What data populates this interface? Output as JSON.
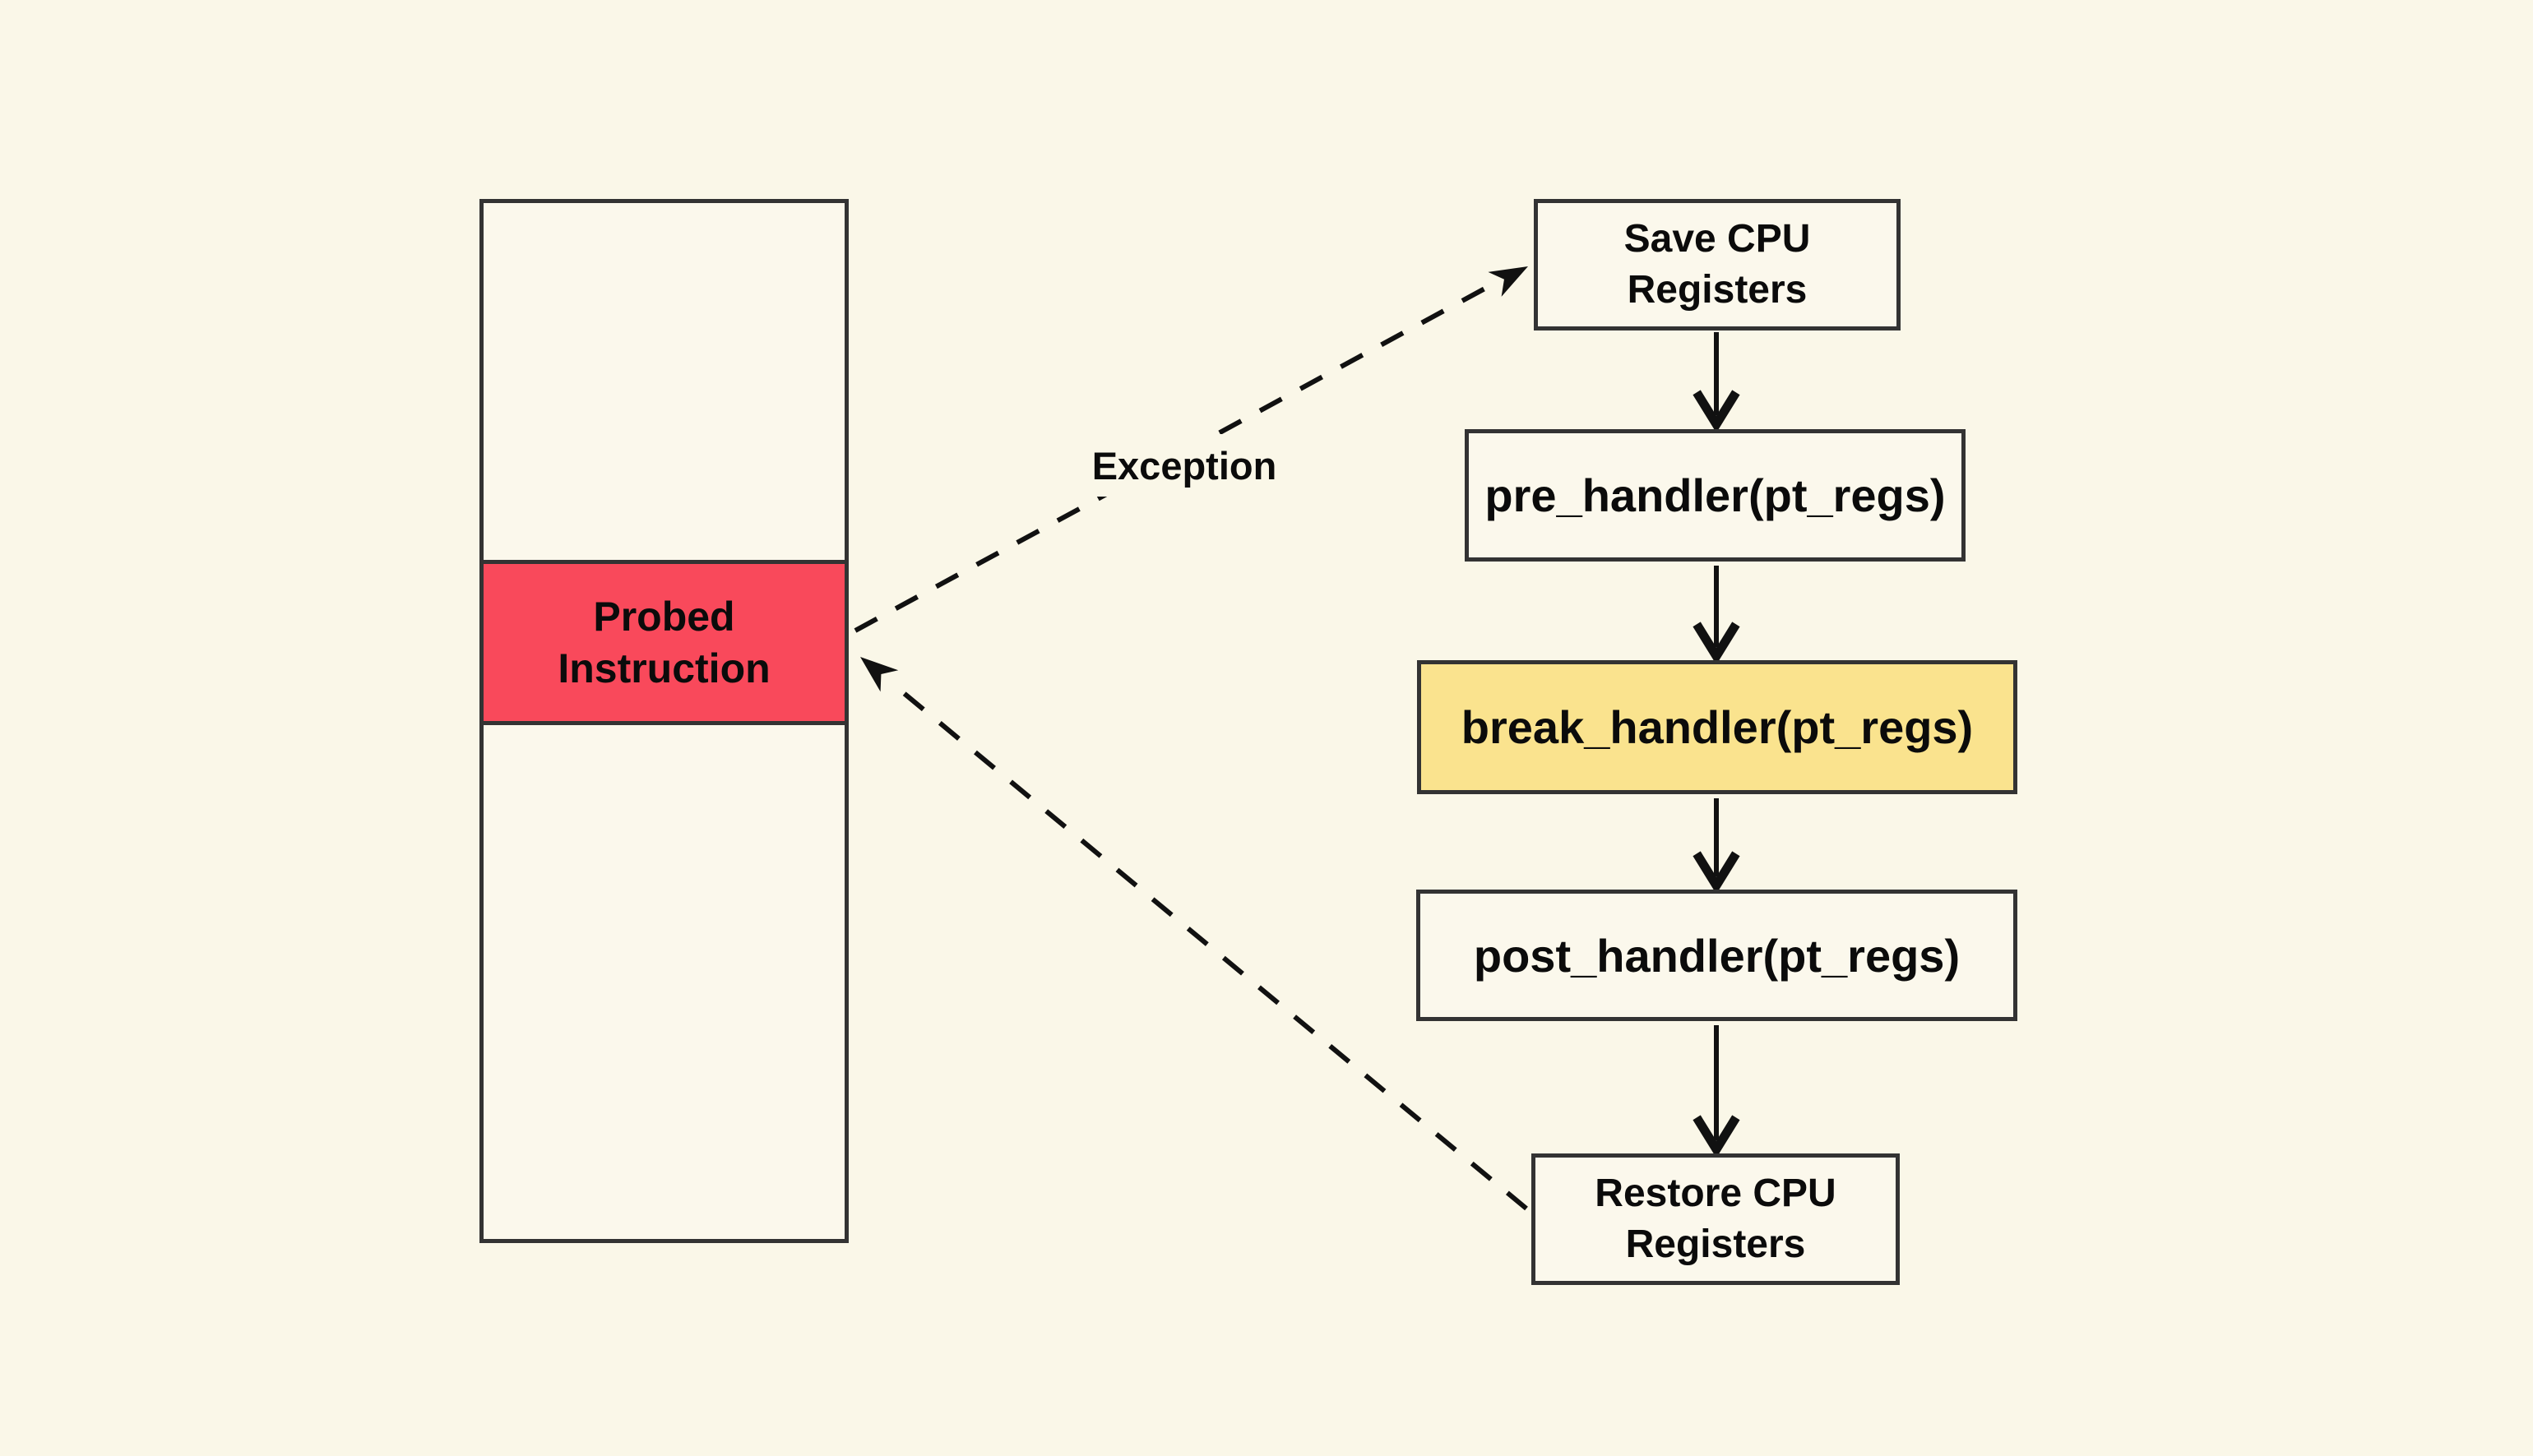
{
  "memory": {
    "probed_label": "Probed\nInstruction",
    "probed_fill": "#F9495B"
  },
  "flow": {
    "nodes": [
      {
        "id": "save",
        "label": "Save CPU\nRegisters",
        "fill": "#FBF8EC"
      },
      {
        "id": "pre",
        "label": "pre_handler(pt_regs)",
        "fill": "#FBF8EC"
      },
      {
        "id": "break",
        "label": "break_handler(pt_regs)",
        "fill": "#FAE38E"
      },
      {
        "id": "post",
        "label": "post_handler(pt_regs)",
        "fill": "#FBF8EC"
      },
      {
        "id": "restore",
        "label": "Restore CPU\nRegisters",
        "fill": "#FBF8EC"
      }
    ]
  },
  "edges": {
    "exception_label": "Exception"
  },
  "colors": {
    "background": "#FAF7E8",
    "boxfill": "#FBF8EC",
    "border": "#333333",
    "arrow": "#111111",
    "probed": "#F9495B",
    "highlight": "#FAE38E"
  }
}
